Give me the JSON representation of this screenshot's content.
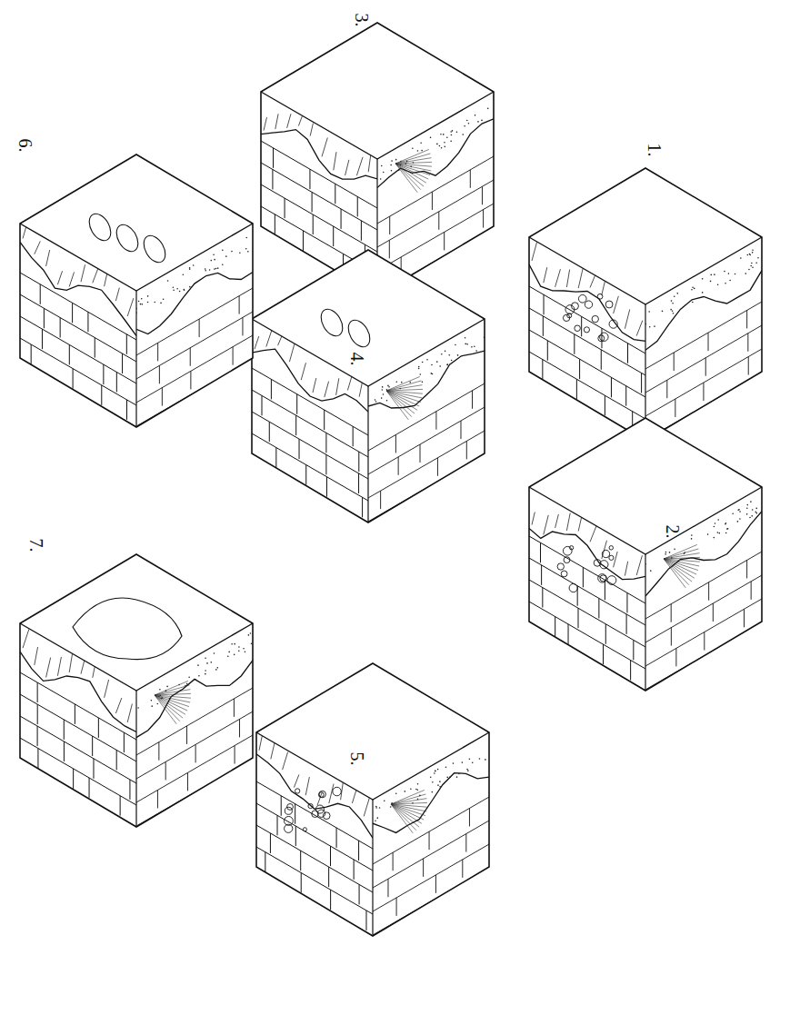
{
  "diagram": {
    "labels": [
      "1.",
      "2.",
      "3.",
      "4.",
      "5.",
      "6.",
      "7."
    ]
  }
}
